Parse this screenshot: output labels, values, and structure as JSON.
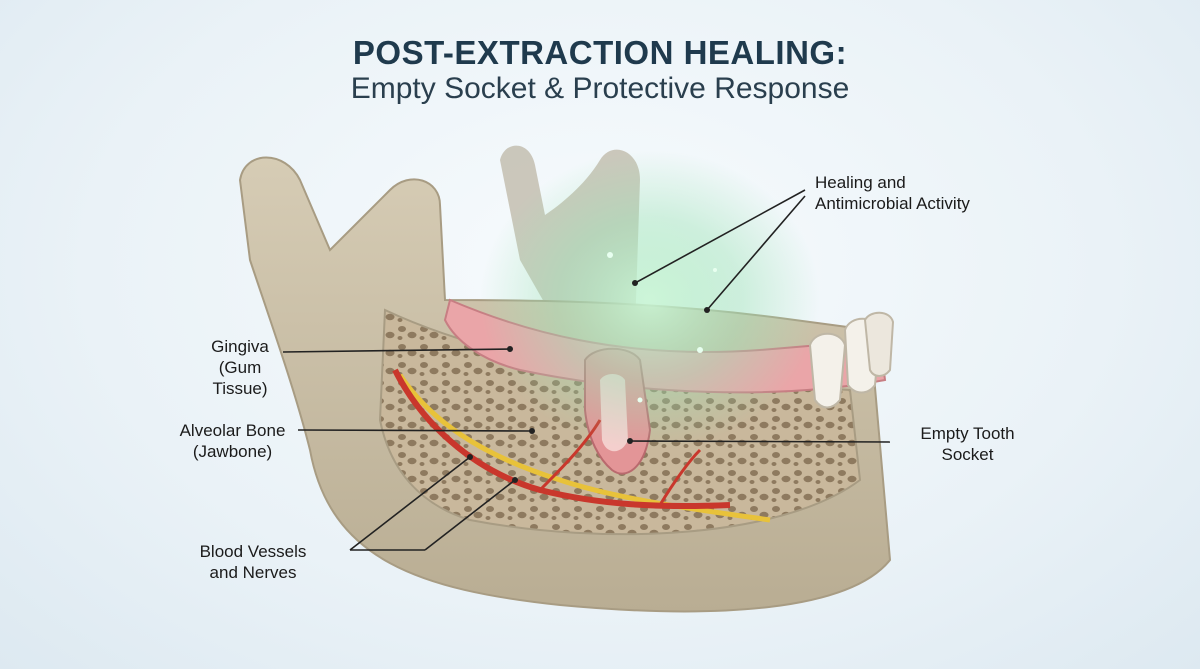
{
  "title": "POST-EXTRACTION HEALING:",
  "subtitle": "Empty Socket & Protective Response",
  "labels": {
    "healing": {
      "line1": "Healing and",
      "line2": "Antimicrobial Activity"
    },
    "gingiva": {
      "line1": "Gingiva",
      "line2": "(Gum Tissue)"
    },
    "alveolar": {
      "line1": "Alveolar Bone",
      "line2": "(Jawbone)"
    },
    "socket": {
      "line1": "Empty Tooth",
      "line2": "Socket"
    },
    "vessels": {
      "line1": "Blood Vessels",
      "line2": "and Nerves"
    }
  },
  "colors": {
    "bone": "#cbbfa6",
    "gum": "#e8a3a6",
    "vessel_red": "#c9372c",
    "nerve_yellow": "#e8c23a",
    "glow": "#9fe3b8",
    "title": "#1f3a4d"
  }
}
